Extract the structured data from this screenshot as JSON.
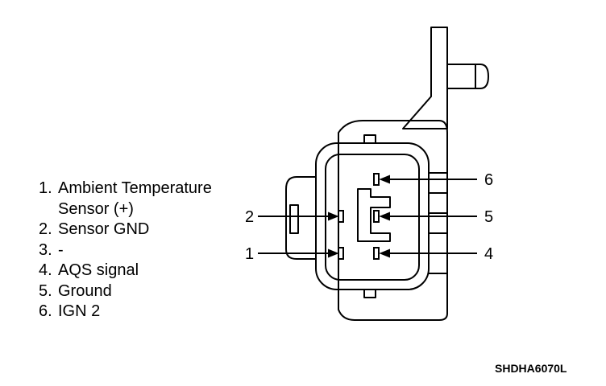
{
  "legend": [
    {
      "num": "1.",
      "text": "Ambient Temperature",
      "cont": "Sensor (+)"
    },
    {
      "num": "2.",
      "text": "Sensor GND"
    },
    {
      "num": "3.",
      "text": "-"
    },
    {
      "num": "4.",
      "text": "AQS signal"
    },
    {
      "num": "5.",
      "text": "Ground"
    },
    {
      "num": "6.",
      "text": "IGN 2"
    }
  ],
  "pin_labels": {
    "p1": "1",
    "p2": "2",
    "p4": "4",
    "p5": "5",
    "p6": "6"
  },
  "figure_code": "SHDHA6070L"
}
